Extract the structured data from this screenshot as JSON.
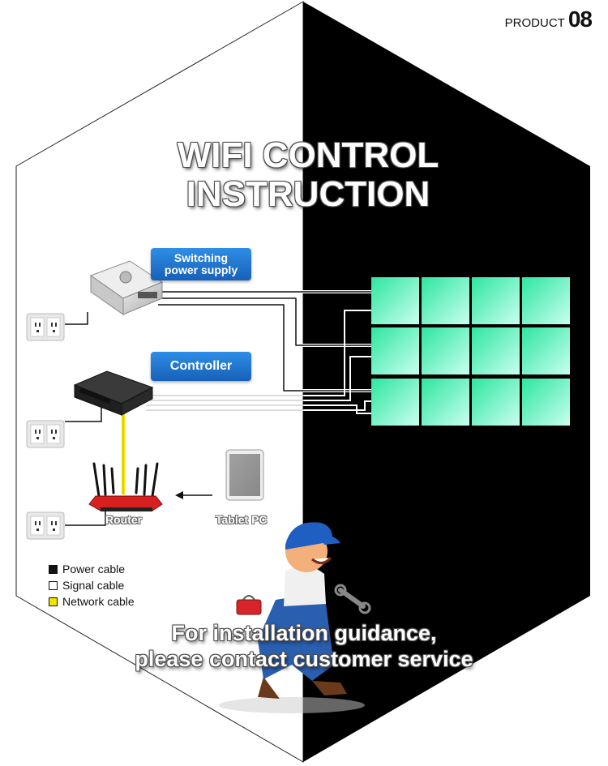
{
  "header": {
    "product_label": "PRODUCT",
    "product_number": "08"
  },
  "title": {
    "line1": "WIFI CONTROL",
    "line2": "INSTRUCTION"
  },
  "labels": {
    "power_supply_line1": "Switching",
    "power_supply_line2": "power supply",
    "controller": "Controller",
    "router": "Router",
    "tablet": "Tablet PC"
  },
  "legend": {
    "items": [
      {
        "label": "Power cable",
        "color": "#111111"
      },
      {
        "label": "Signal cable",
        "color": "#ffffff"
      },
      {
        "label": "Network cable",
        "color": "#f2e600"
      }
    ]
  },
  "footer": {
    "line1": "For installation guidance,",
    "line2": "please contact customer service"
  },
  "colors": {
    "panel": "#5ef2b8",
    "tag": "#1e73d0",
    "dark_bg": "#000000",
    "network": "#f2e600"
  }
}
